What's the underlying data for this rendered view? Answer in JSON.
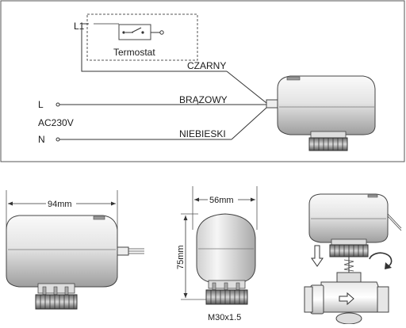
{
  "wiring": {
    "l1": "L1",
    "thermostat": "Termostat",
    "l": "L",
    "voltage": "AC230V",
    "n": "N",
    "wire_black": "CZARNY",
    "wire_brown": "BRĄZOWY",
    "wire_blue": "NIEBIESKI"
  },
  "dimensions": {
    "width": "94mm",
    "depth": "56mm",
    "height": "75mm",
    "thread": "M30x1.5"
  },
  "colors": {
    "line": "#333333",
    "body_light": "#f5f5f5",
    "body_shade": "#b8b8b8",
    "nut_dark": "#555555"
  }
}
